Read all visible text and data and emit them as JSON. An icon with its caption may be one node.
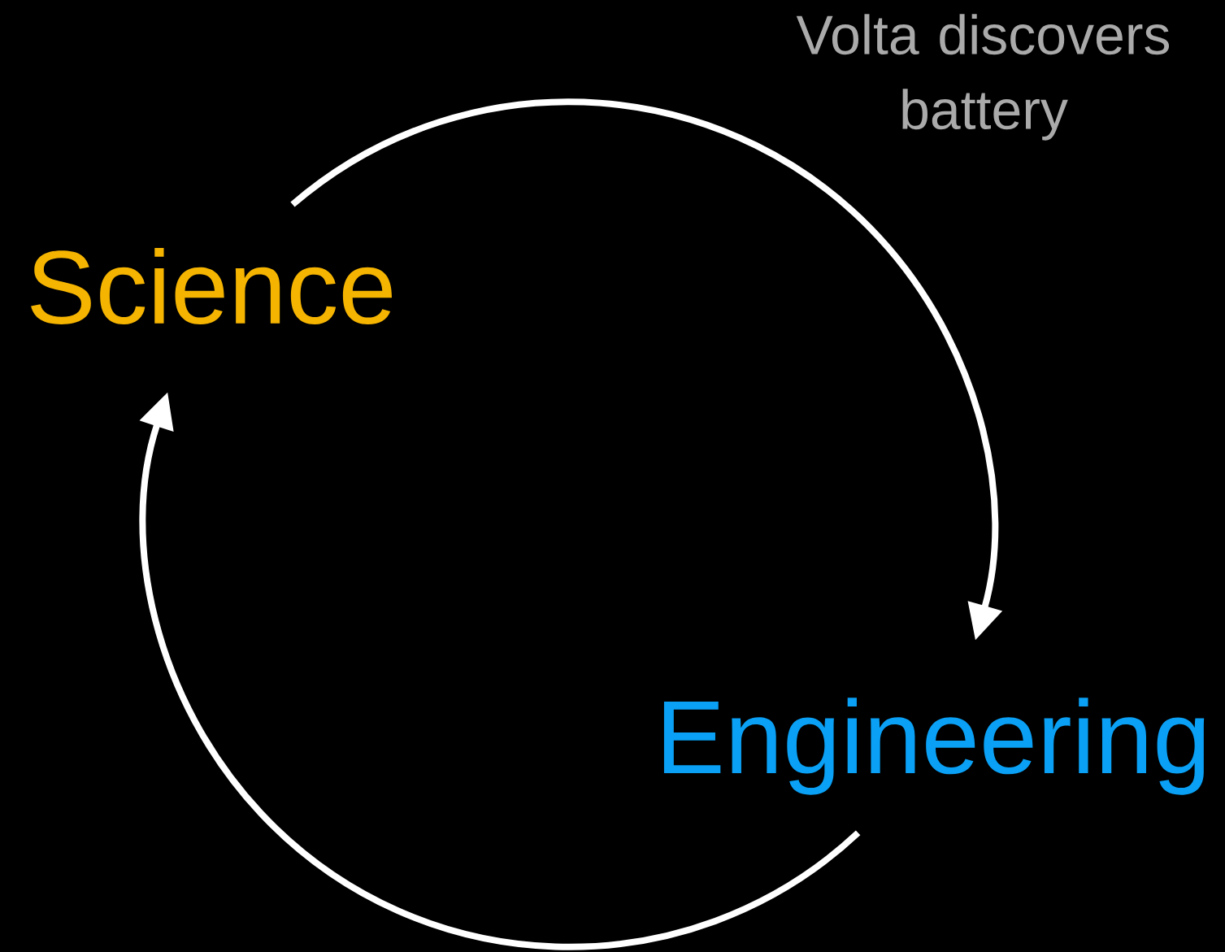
{
  "diagram": {
    "nodes": [
      {
        "text": [
          "Science"
        ]
      },
      {
        "text": [
          "Engineering"
        ]
      }
    ],
    "edges": [
      {
        "from": 0,
        "to": 1,
        "arrow": "to"
      },
      {
        "from": 1,
        "to": 0,
        "arrow": "to"
      }
    ],
    "labels": [
      "Volta discovers battery"
    ]
  }
}
